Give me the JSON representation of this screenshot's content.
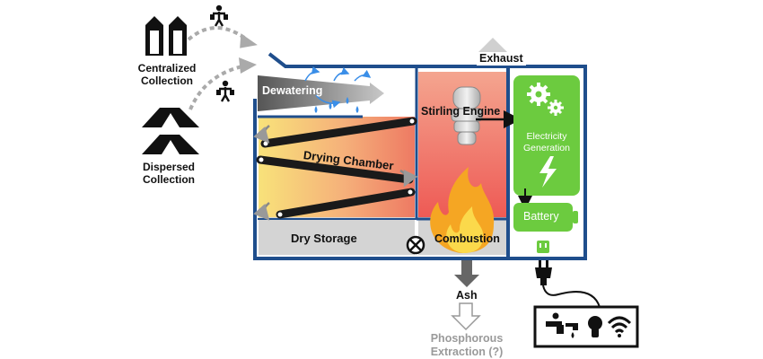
{
  "labels": {
    "centralized": "Centralized\nCollection",
    "dispersed": "Dispersed\nCollection",
    "dewatering": "Dewatering",
    "drying_chamber": "Drying Chamber",
    "dry_storage": "Dry Storage",
    "exhaust": "Exhaust",
    "stirling_engine": "Stirling Engine",
    "combustion": "Combustion",
    "electricity": "Electricity\nGeneration",
    "battery": "Battery",
    "ash": "Ash",
    "phosphorous": "Phosphorous\nExtraction (?)"
  },
  "colors": {
    "frame": "#1f4e8c",
    "green": "#6ccb3f",
    "water_blue": "#3a8ee8",
    "arrow_grey": "#777777",
    "light_grey": "#d4d4d4",
    "belt": "#1a1a1a"
  },
  "icons": [
    "building-icon",
    "tent-icon",
    "person-carrying-icon",
    "water-drop-icon",
    "engine-icon",
    "flame-icon",
    "gear-icon",
    "lightning-icon",
    "plug-icon",
    "outlet-icon",
    "faucet-icon",
    "lightbulb-icon",
    "wifi-icon",
    "valve-icon"
  ]
}
